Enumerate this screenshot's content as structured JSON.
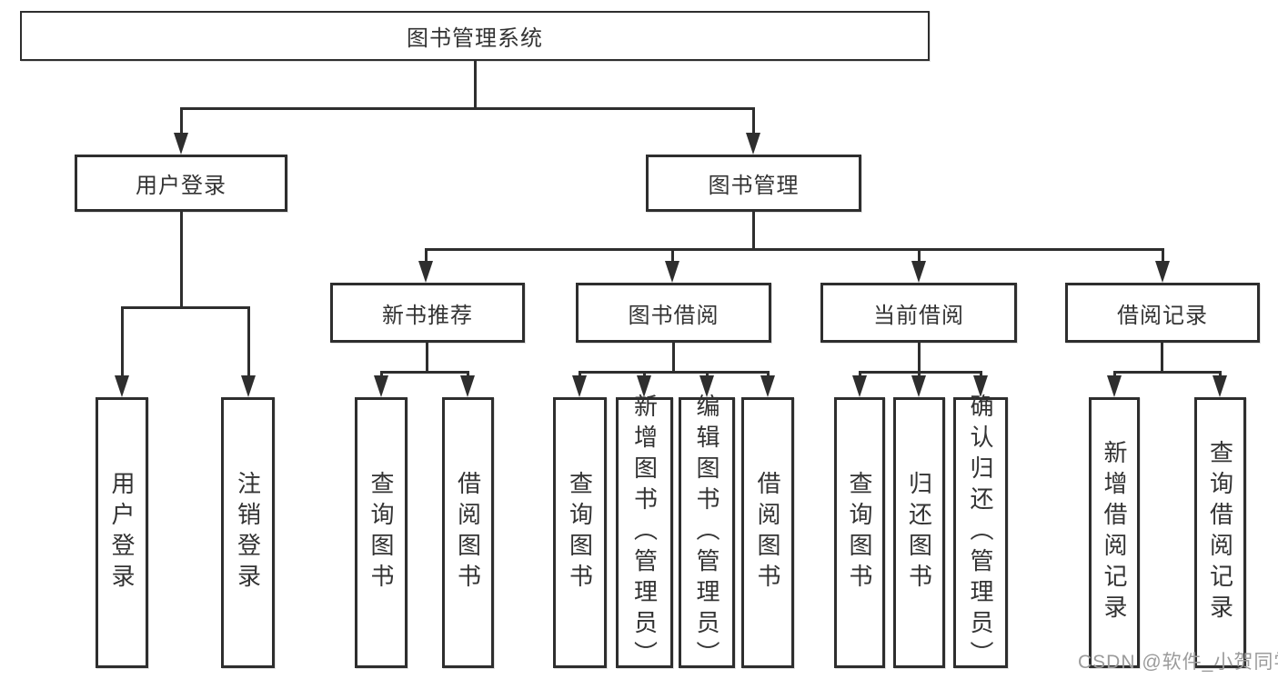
{
  "diagram": {
    "root": {
      "label": "图书管理系统"
    },
    "level2": {
      "user_login": {
        "label": "用户登录"
      },
      "book_mgmt": {
        "label": "图书管理"
      }
    },
    "level3": {
      "new_book_rec": {
        "label": "新书推荐"
      },
      "book_borrow": {
        "label": "图书借阅"
      },
      "current_borrow": {
        "label": "当前借阅"
      },
      "borrow_records": {
        "label": "借阅记录"
      }
    },
    "leaves": {
      "user_login_leaf": {
        "label": "用户登录"
      },
      "logout_leaf": {
        "label": "注销登录"
      },
      "rec_query": {
        "label": "查询图书"
      },
      "rec_borrow": {
        "label": "借阅图书"
      },
      "bb_query": {
        "label": "查询图书"
      },
      "bb_add": {
        "label": "新增图书（管理员）"
      },
      "bb_edit": {
        "label": "编辑图书（管理员）"
      },
      "bb_borrow": {
        "label": "借阅图书"
      },
      "cb_query": {
        "label": "查询图书"
      },
      "cb_return": {
        "label": "归还图书"
      },
      "cb_confirm": {
        "label": "确认归还（管理员）"
      },
      "br_add": {
        "label": "新增借阅记录"
      },
      "br_query": {
        "label": "查询借阅记录"
      }
    }
  },
  "watermark": "CSDN @软件_小贺同学",
  "colors": {
    "line": "#2e2e2e",
    "text": "#333333",
    "watermark": "#9b9b9b",
    "background": "#ffffff"
  }
}
